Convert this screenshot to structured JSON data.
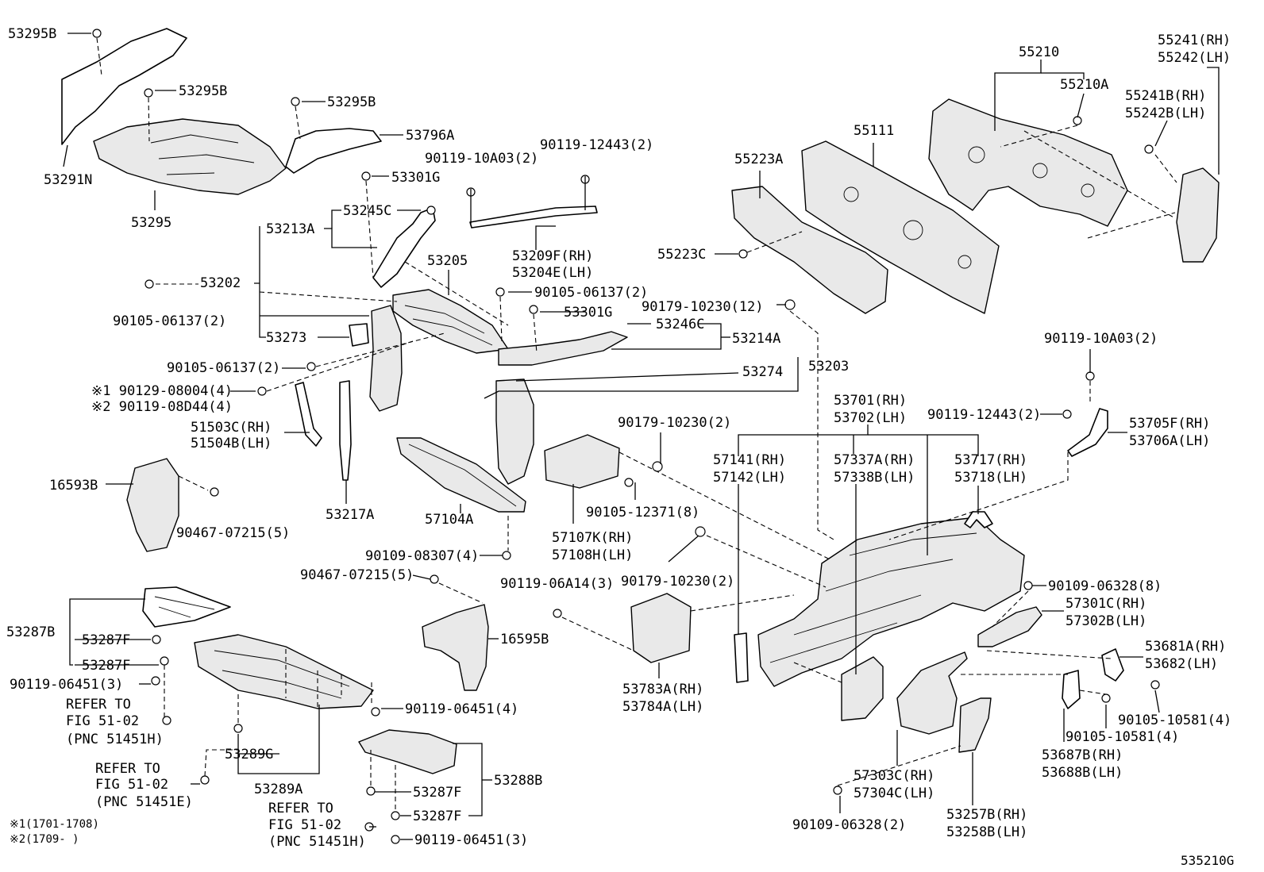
{
  "diagram_code": "535210G",
  "labels": {
    "l01": "53295B",
    "l02": "53295B",
    "l03": "53295B",
    "l04": "53796A",
    "l05": "53291N",
    "l06": "53295",
    "l07": "53301G",
    "l08": "53245C",
    "l09": "53213A",
    "l10": "53205",
    "l11": "53202",
    "l12": "90105-06137(2)",
    "l13": "53273",
    "l14": "90105-06137(2)",
    "l15": "※1 90129-08004(4)",
    "l16": "※2 90119-08D44(4)",
    "l17": "51503C(RH)",
    "l18": "51504B(LH)",
    "l19": "16593B",
    "l20": "90467-07215(5)",
    "l21": "53217A",
    "l22": "90119-10A03(2)",
    "l23": "90119-12443(2)",
    "l24": "53209F(RH)",
    "l25": "53204E(LH)",
    "l26": "90105-06137(2)",
    "l27": "53301G",
    "l28": "53246C",
    "l29": "53214A",
    "l30": "53274",
    "l31": "53203",
    "l32": "57104A",
    "l33": "90109-08307(4)",
    "l34": "90179-10230(2)",
    "l35": "90105-12371(8)",
    "l36": "57107K(RH)",
    "l37": "57108H(LH)",
    "l38": "90179-10230(12)",
    "l39": "55223A",
    "l40": "55223C",
    "l41": "55111",
    "l42": "55210",
    "l43": "55210A",
    "l44": "55241(RH)",
    "l45": "55242(LH)",
    "l46": "55241B(RH)",
    "l47": "55242B(LH)",
    "l48": "90119-10A03(2)",
    "l49": "53701(RH)",
    "l50": "53702(LH)",
    "l51": "90119-12443(2)",
    "l52": "53705F(RH)",
    "l53": "53706A(LH)",
    "l54": "57141(RH)",
    "l55": "57142(LH)",
    "l56": "57337A(RH)",
    "l57": "57338B(LH)",
    "l58": "53717(RH)",
    "l59": "53718(LH)",
    "l60": "90179-10230(2)",
    "l61": "90109-06328(8)",
    "l62": "57301C(RH)",
    "l63": "57302B(LH)",
    "l64": "53681A(RH)",
    "l65": "53682(LH)",
    "l66": "53783A(RH)",
    "l67": "53784A(LH)",
    "l68": "90105-10581(4)",
    "l69": "90105-10581(4)",
    "l70": "53687B(RH)",
    "l71": "53688B(LH)",
    "l72": "57303C(RH)",
    "l73": "57304C(LH)",
    "l74": "53257B(RH)",
    "l75": "53258B(LH)",
    "l76": "90109-06328(2)",
    "l77": "90467-07215(5)",
    "l78": "90119-06A14(3)",
    "l79": "16595B",
    "l80": "53287B",
    "l81": "53287F",
    "l82": "53287F",
    "l83": "90119-06451(3)",
    "l84": "REFER TO",
    "l85": "FIG 51-02",
    "l86": "(PNC 51451H)",
    "l87": "90119-06451(4)",
    "l88": "53289G",
    "l89": "REFER TO",
    "l90": "FIG 51-02",
    "l91": "(PNC 51451E)",
    "l92": "53289A",
    "l93": "REFER TO",
    "l94": "FIG 51-02",
    "l95": "(PNC 51451H)",
    "l96": "53288B",
    "l97": "53287F",
    "l98": "53287F",
    "l99": "90119-06451(3)",
    "n1": "※1(1701-1708)",
    "n2": "※2(1709-     )"
  }
}
